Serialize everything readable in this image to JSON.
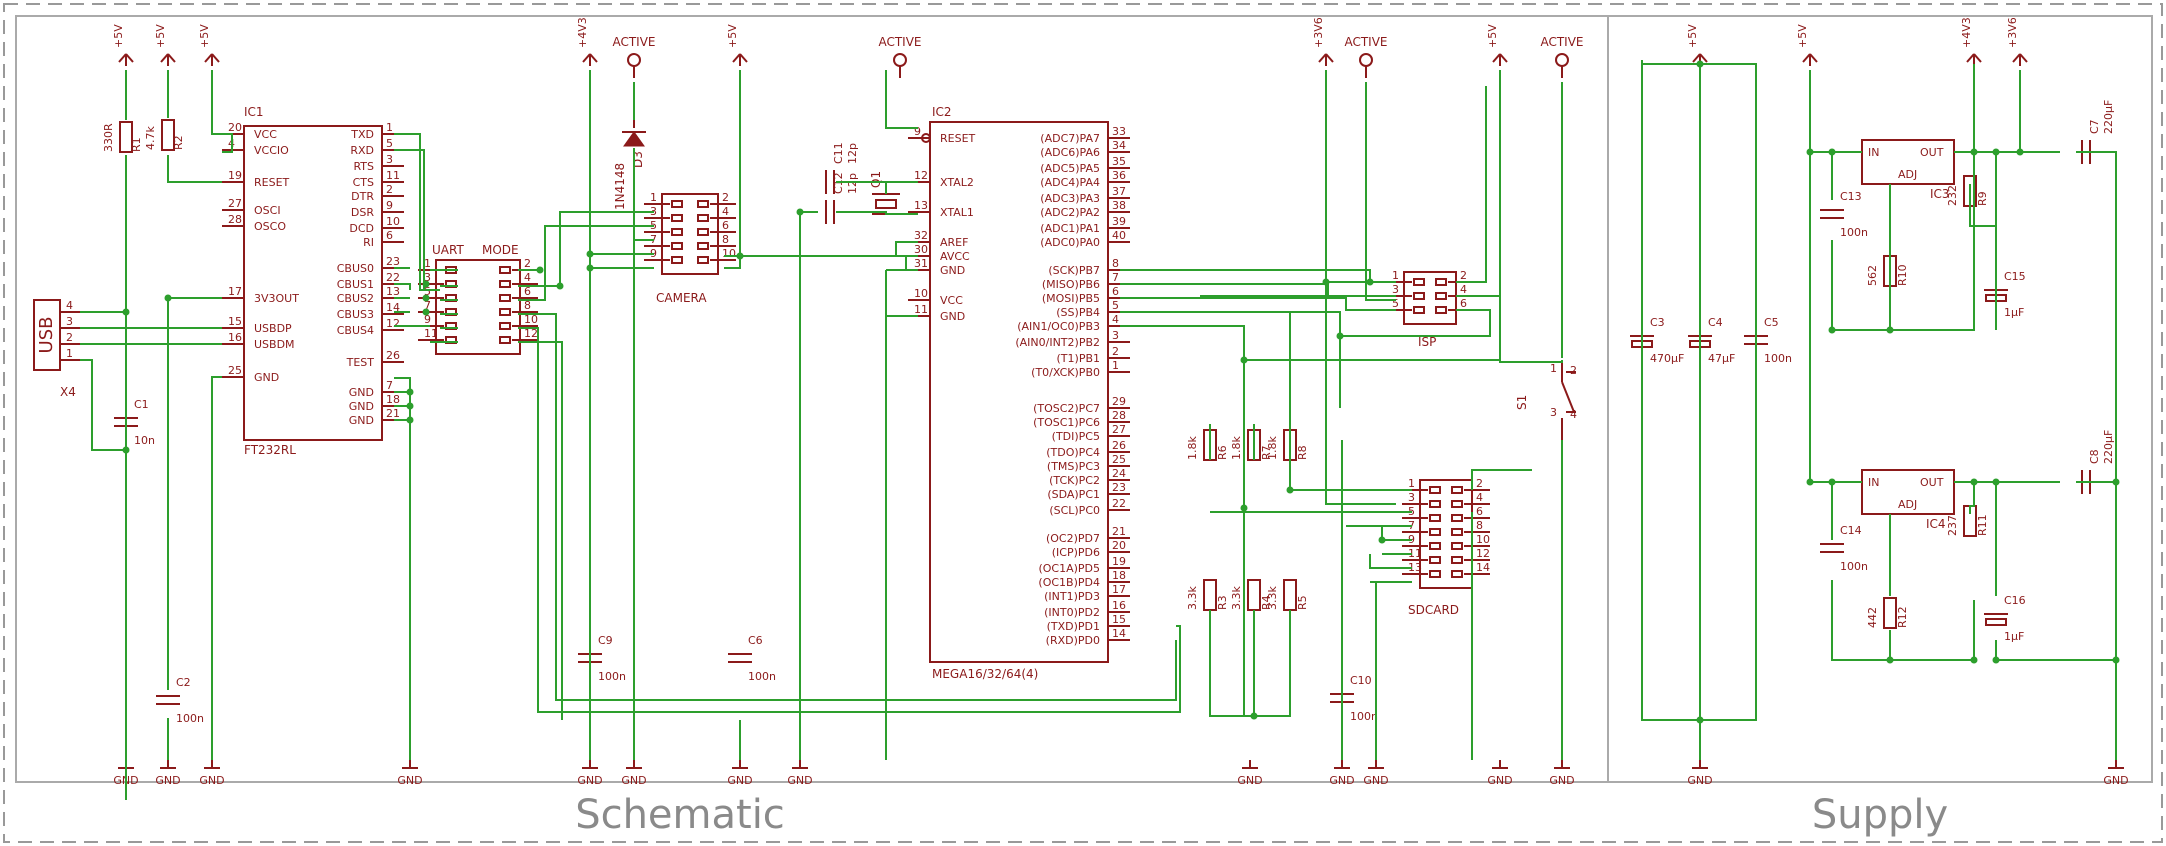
{
  "frame": {
    "sections": [
      {
        "label": "Schematic"
      },
      {
        "label": "Supply"
      }
    ]
  },
  "supplies": {
    "p5v": "+5V",
    "p4v3": "+4V3",
    "p3v6": "+3V6",
    "active": "ACTIVE",
    "gnd": "GND"
  },
  "ic1": {
    "name": "IC1",
    "part": "FT232RL",
    "left_pins": [
      {
        "name": "VCC",
        "num": "20"
      },
      {
        "name": "VCCIO",
        "num": "4"
      },
      {
        "name": "RESET",
        "num": "19"
      },
      {
        "name": "OSCI",
        "num": "27"
      },
      {
        "name": "OSCO",
        "num": "28"
      },
      {
        "name": "3V3OUT",
        "num": "17"
      },
      {
        "name": "USBDP",
        "num": "15"
      },
      {
        "name": "USBDM",
        "num": "16"
      },
      {
        "name": "GND",
        "num": "25"
      }
    ],
    "right_pins": [
      {
        "name": "TXD",
        "num": "1"
      },
      {
        "name": "RXD",
        "num": "5"
      },
      {
        "name": "RTS",
        "num": "3"
      },
      {
        "name": "CTS",
        "num": "11"
      },
      {
        "name": "DTR",
        "num": "2"
      },
      {
        "name": "DSR",
        "num": "9"
      },
      {
        "name": "DCD",
        "num": "10"
      },
      {
        "name": "RI",
        "num": "6"
      },
      {
        "name": "CBUS0",
        "num": "23"
      },
      {
        "name": "CBUS1",
        "num": "22"
      },
      {
        "name": "CBUS2",
        "num": "13"
      },
      {
        "name": "CBUS3",
        "num": "14"
      },
      {
        "name": "CBUS4",
        "num": "12"
      },
      {
        "name": "TEST",
        "num": "26"
      },
      {
        "name": "GND",
        "num": "7"
      },
      {
        "name": "GND",
        "num": "18"
      },
      {
        "name": "GND",
        "num": "21"
      }
    ]
  },
  "ic2": {
    "name": "IC2",
    "part": "MEGA16/32/64(4)",
    "left_pins": [
      {
        "name": "RESET",
        "num": "9"
      },
      {
        "name": "XTAL2",
        "num": "12"
      },
      {
        "name": "XTAL1",
        "num": "13"
      },
      {
        "name": "AREF",
        "num": "32"
      },
      {
        "name": "AVCC",
        "num": "30"
      },
      {
        "name": "GND",
        "num": "31"
      },
      {
        "name": "VCC",
        "num": "10"
      },
      {
        "name": "GND",
        "num": "11"
      }
    ],
    "right_pins": [
      {
        "name": "(ADC7)PA7",
        "num": "33"
      },
      {
        "name": "(ADC6)PA6",
        "num": "34"
      },
      {
        "name": "(ADC5)PA5",
        "num": "35"
      },
      {
        "name": "(ADC4)PA4",
        "num": "36"
      },
      {
        "name": "(ADC3)PA3",
        "num": "37"
      },
      {
        "name": "(ADC2)PA2",
        "num": "38"
      },
      {
        "name": "(ADC1)PA1",
        "num": "39"
      },
      {
        "name": "(ADC0)PA0",
        "num": "40"
      },
      {
        "name": "(SCK)PB7",
        "num": "8"
      },
      {
        "name": "(MISO)PB6",
        "num": "7"
      },
      {
        "name": "(MOSI)PB5",
        "num": "6"
      },
      {
        "name": "(SS)PB4",
        "num": "5"
      },
      {
        "name": "(AIN1/OC0)PB3",
        "num": "4"
      },
      {
        "name": "(AIN0/INT2)PB2",
        "num": "3"
      },
      {
        "name": "(T1)PB1",
        "num": "2"
      },
      {
        "name": "(T0/XCK)PB0",
        "num": "1"
      },
      {
        "name": "(TOSC2)PC7",
        "num": "29"
      },
      {
        "name": "(TOSC1)PC6",
        "num": "28"
      },
      {
        "name": "(TDI)PC5",
        "num": "27"
      },
      {
        "name": "(TDO)PC4",
        "num": "26"
      },
      {
        "name": "(TMS)PC3",
        "num": "25"
      },
      {
        "name": "(TCK)PC2",
        "num": "24"
      },
      {
        "name": "(SDA)PC1",
        "num": "23"
      },
      {
        "name": "(SCL)PC0",
        "num": "22"
      },
      {
        "name": "(OC2)PD7",
        "num": "21"
      },
      {
        "name": "(ICP)PD6",
        "num": "20"
      },
      {
        "name": "(OC1A)PD5",
        "num": "19"
      },
      {
        "name": "(OC1B)PD4",
        "num": "18"
      },
      {
        "name": "(INT1)PD3",
        "num": "17"
      },
      {
        "name": "(INT0)PD2",
        "num": "16"
      },
      {
        "name": "(TXD)PD1",
        "num": "15"
      },
      {
        "name": "(RXD)PD0",
        "num": "14"
      }
    ]
  },
  "connectors": {
    "usb": {
      "name": "X4",
      "label": "USB",
      "pins": [
        "4",
        "3",
        "2",
        "1"
      ]
    },
    "uart": {
      "name": "UART",
      "label": "MODE",
      "left": [
        "1",
        "3",
        "5",
        "7",
        "9",
        "11"
      ],
      "right": [
        "2",
        "4",
        "6",
        "8",
        "10",
        "12"
      ]
    },
    "camera": {
      "name": "CAMERA",
      "left": [
        "1",
        "3",
        "5",
        "7",
        "9"
      ],
      "right": [
        "2",
        "4",
        "6",
        "8",
        "10"
      ]
    },
    "isp": {
      "name": "ISP",
      "left": [
        "1",
        "3",
        "5"
      ],
      "right": [
        "2",
        "4",
        "6"
      ]
    },
    "sdcard": {
      "name": "SDCARD",
      "left": [
        "1",
        "3",
        "5",
        "7",
        "9",
        "11",
        "13"
      ],
      "right": [
        "2",
        "4",
        "6",
        "8",
        "10",
        "12",
        "14"
      ]
    }
  },
  "components": {
    "r1": {
      "name": "R1",
      "value": "330R"
    },
    "r2": {
      "name": "R2",
      "value": "4.7k"
    },
    "r3": {
      "name": "R3",
      "value": "3.3k"
    },
    "r4": {
      "name": "R4",
      "value": "3.3k"
    },
    "r5": {
      "name": "R5",
      "value": "3.3k"
    },
    "r6": {
      "name": "R6",
      "value": "1.8k"
    },
    "r7": {
      "name": "R7",
      "value": "1.8k"
    },
    "r8": {
      "name": "R8",
      "value": "1.8k"
    },
    "r9": {
      "name": "R9",
      "value": "232"
    },
    "r10": {
      "name": "R10",
      "value": "562"
    },
    "r11": {
      "name": "R11",
      "value": "237"
    },
    "r12": {
      "name": "R12",
      "value": "442"
    },
    "c1": {
      "name": "C1",
      "value": "10n"
    },
    "c2": {
      "name": "C2",
      "value": "100n"
    },
    "c3": {
      "name": "C3",
      "value": "470µF"
    },
    "c4": {
      "name": "C4",
      "value": "47µF"
    },
    "c5": {
      "name": "C5",
      "value": "100n"
    },
    "c6": {
      "name": "C6",
      "value": "100n"
    },
    "c7": {
      "name": "C7",
      "value": "220µF"
    },
    "c8": {
      "name": "C8",
      "value": "220µF"
    },
    "c9": {
      "name": "C9",
      "value": "100n"
    },
    "c10": {
      "name": "C10",
      "value": "100n"
    },
    "c11": {
      "name": "C11",
      "value": "12p"
    },
    "c12": {
      "name": "C12",
      "value": "12p"
    },
    "c13": {
      "name": "C13",
      "value": "100n"
    },
    "c14": {
      "name": "C14",
      "value": "100n"
    },
    "c15": {
      "name": "C15",
      "value": "1µF"
    },
    "c16": {
      "name": "C16",
      "value": "1µF"
    },
    "d3": {
      "name": "D3",
      "value": "1N4148"
    },
    "q1": {
      "name": "Q1"
    },
    "s1": {
      "name": "S1",
      "pins": [
        "1",
        "2",
        "3",
        "4"
      ]
    },
    "ic3": {
      "name": "IC3",
      "in": "IN",
      "out": "OUT",
      "adj": "ADJ"
    },
    "ic4": {
      "name": "IC4",
      "in": "IN",
      "out": "OUT",
      "adj": "ADJ"
    }
  },
  "colors": {
    "wire": "#2d9f2d",
    "part": "#8b1a1a",
    "frame": "#999999"
  }
}
